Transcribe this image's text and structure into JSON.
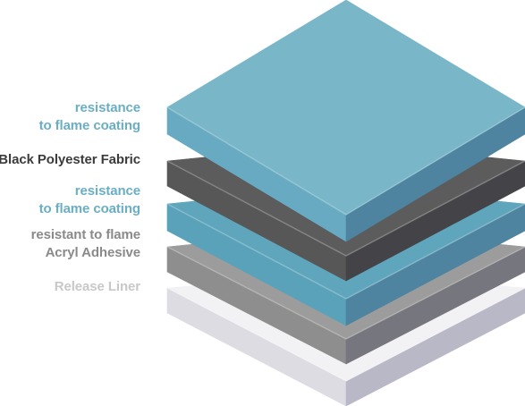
{
  "layers": [
    {
      "lines": [
        "Release Liner"
      ],
      "colors": {
        "top": "#f2f2f4",
        "left": "#dcdce2",
        "right": "#b8b8c6"
      }
    },
    {
      "lines": [
        "resistant to flame",
        "Acryl Adhesive"
      ],
      "colors": {
        "top": "#9c9c9c",
        "left": "#8e8e8e",
        "right": "#76767e"
      }
    },
    {
      "lines": [
        "resistance",
        "to flame coating"
      ],
      "colors": {
        "top": "#5fa6bd",
        "left": "#5aa2ba",
        "right": "#4e84a0"
      }
    },
    {
      "lines": [
        "Black Polyester Fabric"
      ],
      "colors": {
        "top": "#5c5c5c",
        "left": "#575757",
        "right": "#444448"
      }
    },
    {
      "lines": [
        "resistance",
        "to flame coating"
      ],
      "colors": {
        "top": "#78b6c8",
        "left": "#68aac2",
        "right": "#4e84a0"
      }
    }
  ]
}
